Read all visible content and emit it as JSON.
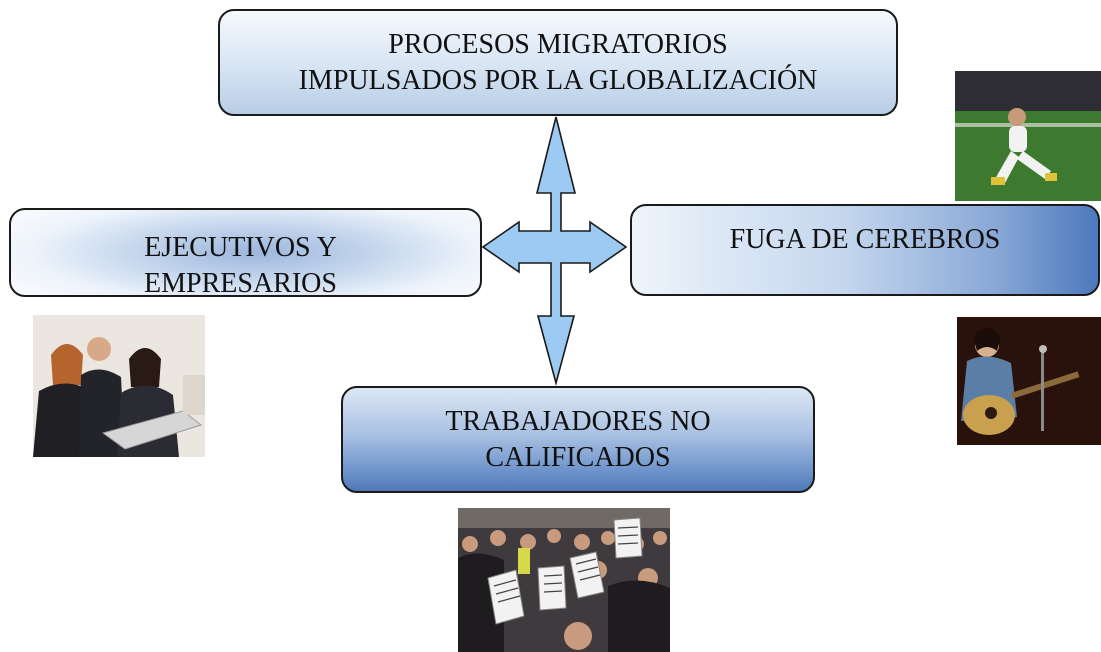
{
  "nodes": {
    "top": "PROCESOS MIGRATORIOS\nIMPULSADOS POR LA GLOBALIZACIÓN",
    "left": "EJECUTIVOS Y\nEMPRESARIOS",
    "right": "FUGA DE CEREBROS",
    "bottom": "TRABAJADORES NO\nCALIFICADOS"
  },
  "colors": {
    "arrow_fill": "#9ccaf2",
    "arrow_stroke": "#1a1a1a"
  },
  "icons": {
    "connector": "four-way-arrow-icon",
    "photos": [
      "soccer-player-photo",
      "guitarist-photo",
      "office-workers-photo",
      "protest-crowd-photo"
    ]
  }
}
